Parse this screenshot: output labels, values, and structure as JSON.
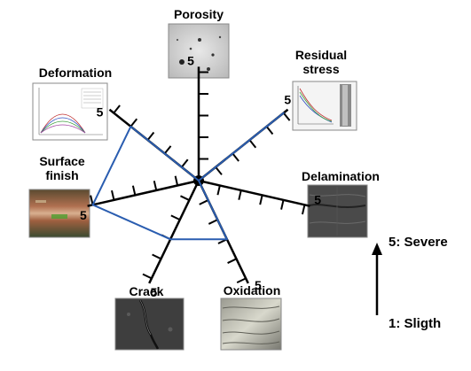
{
  "chart_data": {
    "type": "radar",
    "max_value": 5,
    "axes": [
      {
        "key": "porosity",
        "label": [
          "Porosity"
        ],
        "max_label": "5"
      },
      {
        "key": "residual_stress",
        "label": [
          "Residual",
          "stress"
        ],
        "max_label": "5"
      },
      {
        "key": "delamination",
        "label": [
          "Delamination"
        ],
        "max_label": "5"
      },
      {
        "key": "oxidation",
        "label": [
          "Oxidation"
        ],
        "max_label": "5"
      },
      {
        "key": "crack",
        "label": [
          "Crack"
        ],
        "max_label": "5"
      },
      {
        "key": "surface_finish",
        "label": [
          "Surface",
          "finish"
        ],
        "max_label": "5"
      },
      {
        "key": "deformation",
        "label": [
          "Deformation"
        ],
        "max_label": "5"
      }
    ],
    "series": [
      {
        "values": [
          0,
          5,
          0,
          3,
          3,
          5,
          4
        ],
        "color": "#2a5db0"
      }
    ],
    "scale": {
      "top_label": "5: Severe",
      "bottom_label": "1: Sligth"
    }
  },
  "colors": {
    "axis": "#000000",
    "polygon": "#2a5db0"
  }
}
